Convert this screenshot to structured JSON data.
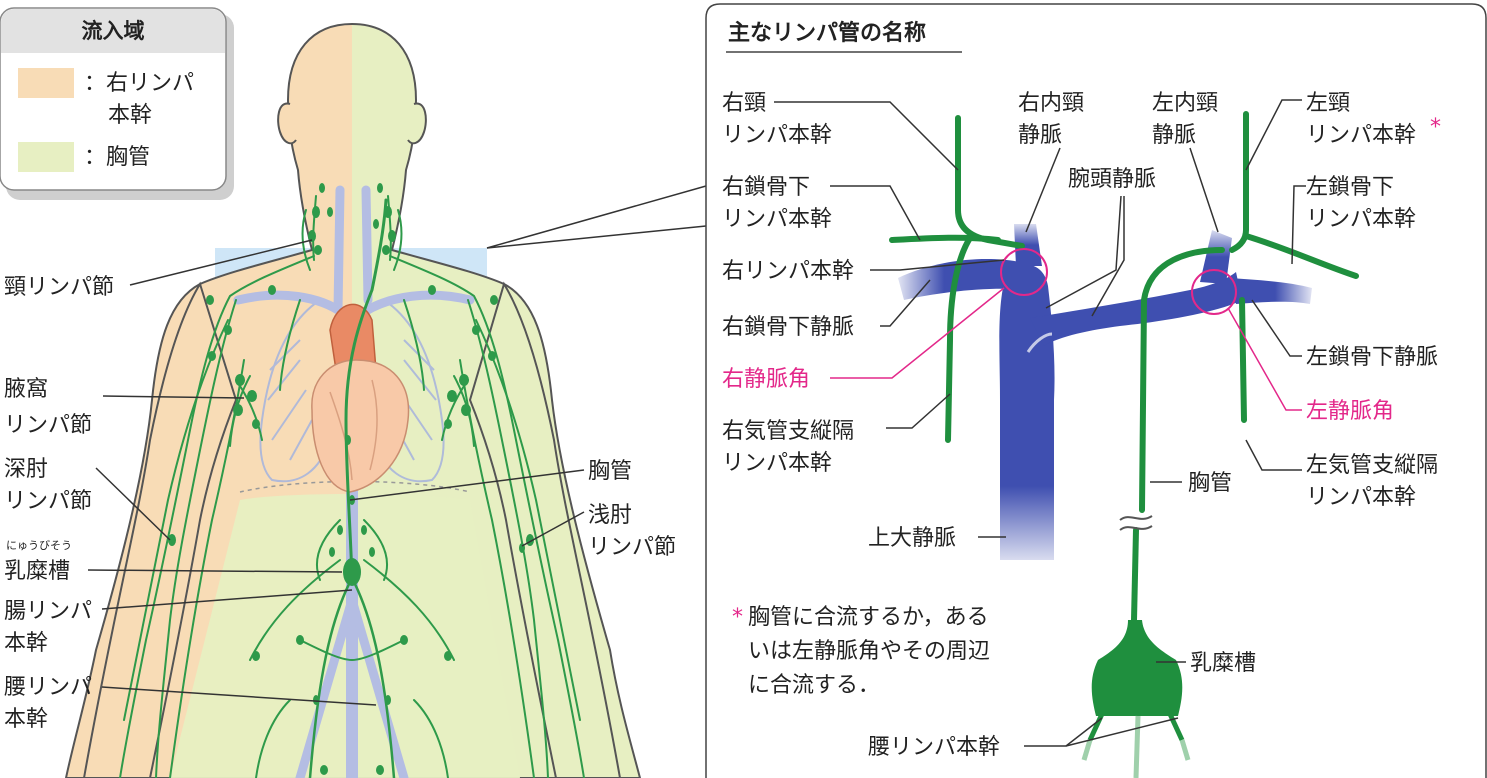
{
  "legend": {
    "title": "流入域",
    "items": [
      {
        "line1": "：右リンパ",
        "line2": "本幹",
        "color": "#f8dcb6"
      },
      {
        "line1": "：胸管",
        "line2": "",
        "color": "#e7efc2"
      }
    ]
  },
  "body_labels": {
    "cervical_nodes": "頸リンパ節",
    "axillary_1": "腋窩",
    "axillary_2": "リンパ節",
    "deep_elbow_1": "深肘",
    "deep_elbow_2": "リンパ節",
    "cisterna_ruby": "にゅうびそう",
    "cisterna": "乳糜槽",
    "intestinal_1": "腸リンパ",
    "intestinal_2": "本幹",
    "lumbar_1": "腰リンパ",
    "lumbar_2": "本幹",
    "thoracic_duct": "胸管",
    "superficial_elbow_1": "浅肘",
    "superficial_elbow_2": "リンパ節"
  },
  "detail": {
    "title": "主なリンパ管の名称",
    "right_jugular_1": "右頸",
    "right_jugular_2": "リンパ本幹",
    "right_subclavian_trunk_1": "右鎖骨下",
    "right_subclavian_trunk_2": "リンパ本幹",
    "right_lymph_duct": "右リンパ本幹",
    "right_subclavian_vein": "右鎖骨下静脈",
    "right_venous_angle": "右静脈角",
    "right_bronchomed_1": "右気管支縦隔",
    "right_bronchomed_2": "リンパ本幹",
    "svc": "上大静脈",
    "right_ij_1": "右内頸",
    "right_ij_2": "静脈",
    "left_ij_1": "左内頸",
    "left_ij_2": "静脈",
    "brachiocephalic": "腕頭静脈",
    "left_jugular_1": "左頸",
    "left_jugular_2": "リンパ本幹",
    "asterisk": "*",
    "left_subclavian_trunk_1": "左鎖骨下",
    "left_subclavian_trunk_2": "リンパ本幹",
    "left_subclavian_vein": "左鎖骨下静脈",
    "left_venous_angle": "左静脈角",
    "left_bronchomed_1": "左気管支縦隔",
    "left_bronchomed_2": "リンパ本幹",
    "thoracic_duct": "胸管",
    "note_1": "胸管に合流するか，ある",
    "note_2": "いは左静脈角やその周辺",
    "note_3": "に合流する．",
    "cisterna": "乳糜槽",
    "lumbar": "腰リンパ本幹"
  },
  "colors": {
    "right_area": "#f8dcb6",
    "left_area": "#e7efc2",
    "lymph_green": "#1f8f3e",
    "vein_blue": "#3f4fb0",
    "highlight_box": "#cfe6f7",
    "pink": "#e3288a"
  }
}
